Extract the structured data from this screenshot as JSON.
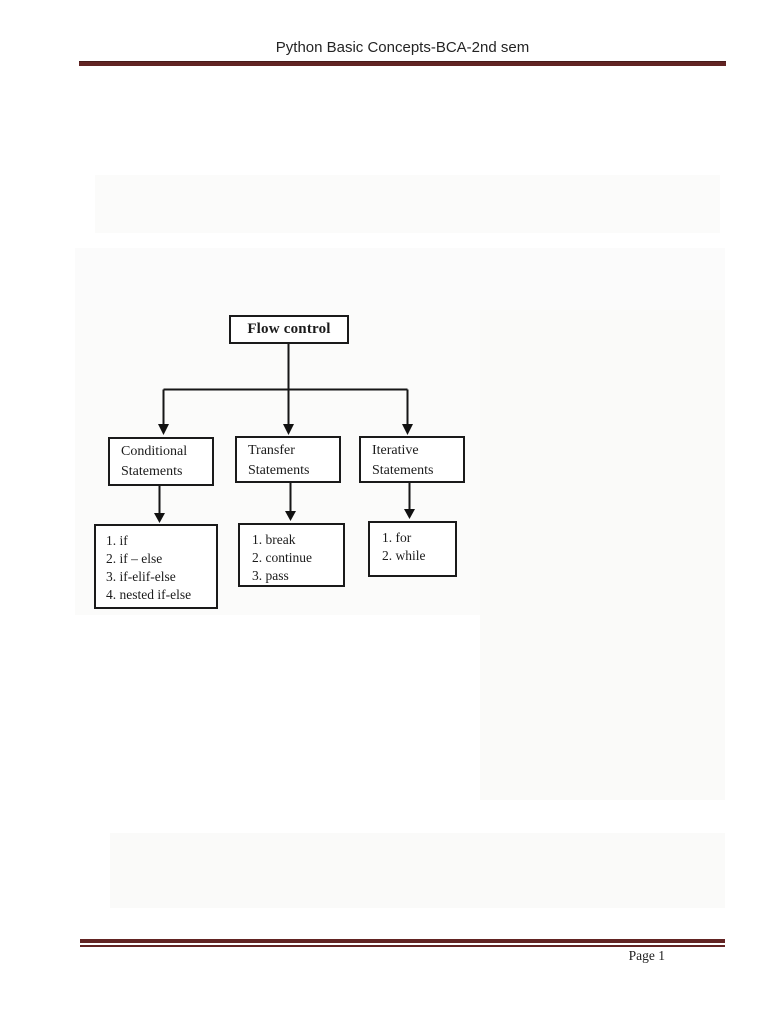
{
  "document": {
    "header": {
      "title": "Python Basic Concepts-BCA-2nd sem"
    },
    "footer": {
      "page_label": "Page 1"
    }
  },
  "flowchart": {
    "root": {
      "label": "Flow control"
    },
    "branches": [
      {
        "lines": [
          "Conditional",
          "Statements"
        ],
        "items": [
          "1. if",
          "2. if – else",
          "3. if-elif-else",
          "4. nested if-else"
        ]
      },
      {
        "lines": [
          "Transfer",
          "Statements"
        ],
        "items": [
          "1. break",
          "2. continue",
          "3. pass"
        ]
      },
      {
        "lines": [
          "Iterative",
          "Statements"
        ],
        "items": [
          "1. for",
          "2. while"
        ]
      }
    ]
  },
  "colors": {
    "rule_maroon": "#622423",
    "box_border": "#1a1a1a",
    "text": "#1b1b1b",
    "page_bg": "#ffffff"
  }
}
